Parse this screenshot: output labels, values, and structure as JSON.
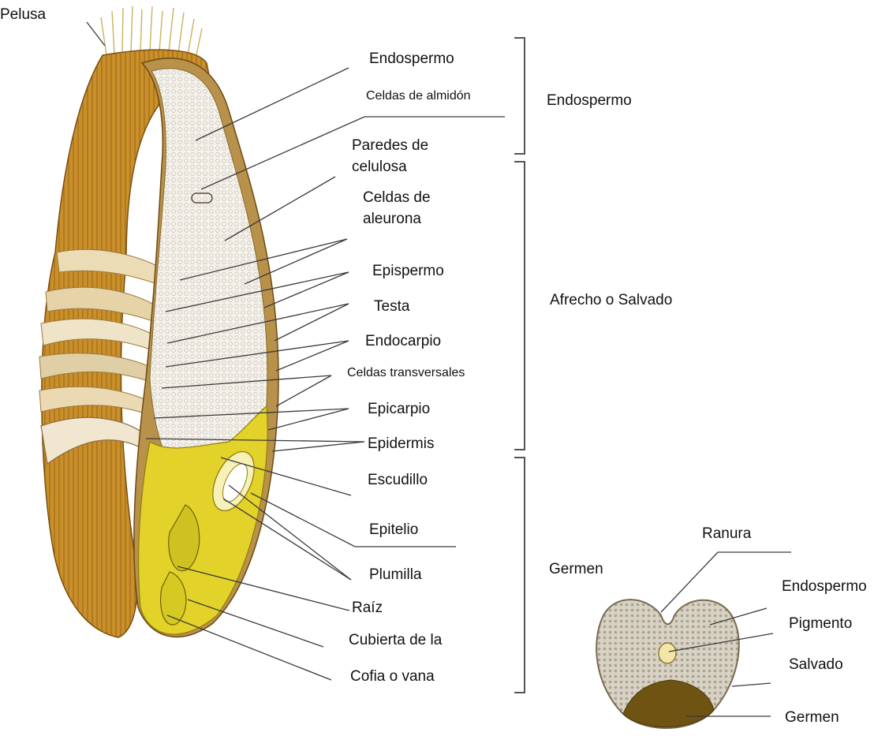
{
  "labels": {
    "pelusa": "Pelusa",
    "endospermo": "Endospermo",
    "celdas_almidon": "Celdas de almidón",
    "paredes_1": "Paredes de",
    "paredes_2": "celulosa",
    "aleurona_1": "Celdas de",
    "aleurona_2": "aleurona",
    "epispermo": "Epispermo",
    "testa": "Testa",
    "endocarpio": "Endocarpio",
    "celdas_transversales": "Celdas transversales",
    "epicarpio": "Epicarpio",
    "epidermis": "Epidermis",
    "escudillo": "Escudillo",
    "epitelio": "Epitelio",
    "plumilla": "Plumilla",
    "raiz": "Raíz",
    "cubierta": "Cubierta de la",
    "cofia": "Cofia o vana"
  },
  "groups": {
    "endospermo": "Endospermo",
    "afrecho": "Afrecho o Salvado",
    "germen": "Germen"
  },
  "cross_section": {
    "ranura": "Ranura",
    "endospermo": "Endospermo",
    "pigmento": "Pigmento",
    "salvado": "Salvado",
    "germen": "Germen"
  },
  "colors": {
    "husk": "#c98f2a",
    "husk_dark": "#8a5a12",
    "endosperm": "#f3f0ea",
    "germ": "#e3d22a",
    "bran_layer": "#e9dcc3",
    "cross_bg": "#cfc8b8",
    "cross_germ": "#6e5312"
  }
}
